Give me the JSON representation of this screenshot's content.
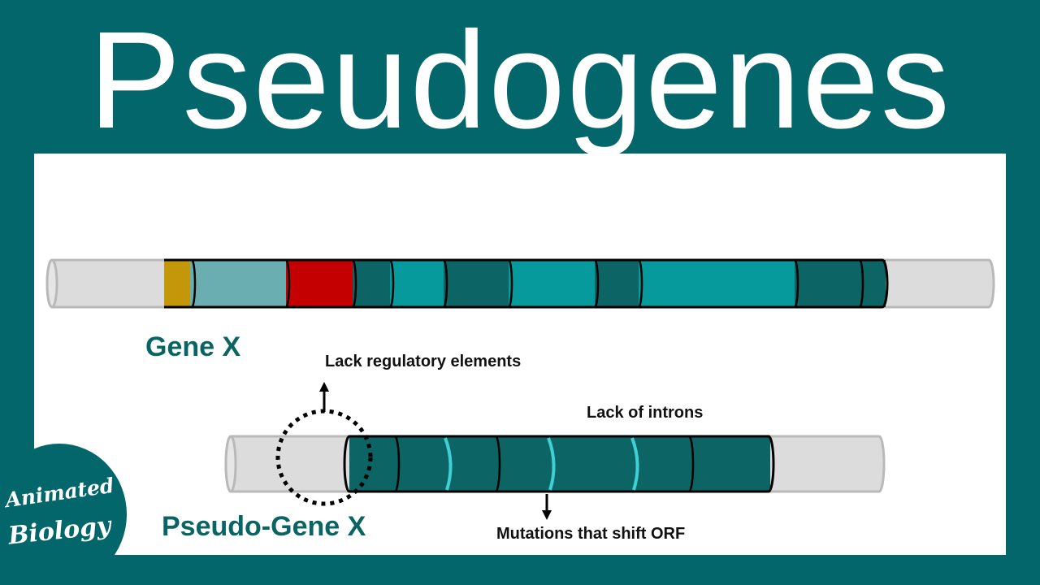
{
  "title": "Pseudogenes",
  "labels": {
    "gene": "Gene X",
    "pseudo_gene": "Pseudo-Gene X",
    "lack_regulatory": "Lack regulatory elements",
    "lack_introns": "Lack of introns",
    "mutations": "Mutations that shift ORF"
  },
  "logo": {
    "line1": "Animated",
    "line2": "Biology"
  },
  "colors": {
    "background": "#02666a",
    "panel": "#ffffff",
    "tube_end": "#dcdcdc",
    "regulatory_gold": "#c4960a",
    "region_light_teal": "#6aaeb2",
    "region_red": "#c40000",
    "exon_dark": "#0c6464",
    "exon_medium": "#069a9c",
    "mutation_marks": "#3fd0d6",
    "label_teal": "#0b6464"
  }
}
